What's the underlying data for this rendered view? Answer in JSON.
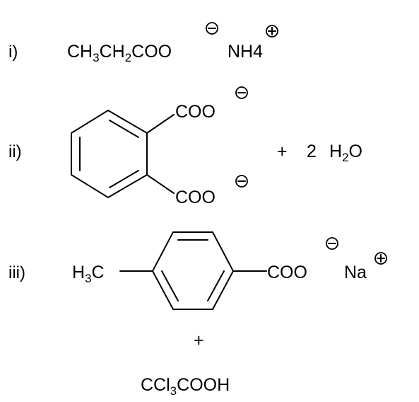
{
  "items": {
    "i": {
      "label": "i)",
      "anion": {
        "parts": [
          {
            "t": "CH"
          },
          {
            "t": "3",
            "sub": true
          },
          {
            "t": "CH"
          },
          {
            "t": "2",
            "sub": true
          },
          {
            "t": "COO"
          }
        ]
      },
      "anion_charge": "minus",
      "cation": "NH4",
      "cation_charge": "plus"
    },
    "ii": {
      "label": "ii)",
      "group_top": "COO",
      "group_top_charge": "minus",
      "group_bottom": "COO",
      "group_bottom_charge": "minus",
      "plus": "+",
      "coefficient": "2",
      "water": {
        "parts": [
          {
            "t": "H"
          },
          {
            "t": "2",
            "sub": true
          },
          {
            "t": "O"
          }
        ]
      }
    },
    "iii": {
      "label": "iii)",
      "methyl": {
        "parts": [
          {
            "t": "H"
          },
          {
            "t": "3",
            "sub": true
          },
          {
            "t": "C"
          }
        ]
      },
      "group": "COO",
      "group_charge": "minus",
      "cation": "Na",
      "cation_charge": "plus",
      "plus": "+",
      "acid": {
        "parts": [
          {
            "t": "CCl"
          },
          {
            "t": "3",
            "sub": true
          },
          {
            "t": "COOH"
          }
        ]
      }
    }
  }
}
